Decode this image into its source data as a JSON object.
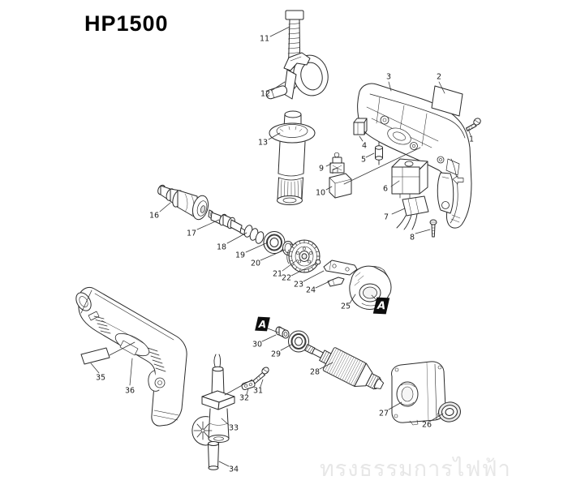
{
  "title": "HP1500",
  "watermark": "ทรงธรรมการไฟฟ้า",
  "diagram": {
    "type": "exploded-parts-diagram",
    "part_labels": [
      "1",
      "2",
      "3",
      "4",
      "5",
      "6",
      "7",
      "8",
      "9",
      "10",
      "11",
      "12",
      "13",
      "16",
      "17",
      "18",
      "19",
      "20",
      "21",
      "22",
      "23",
      "24",
      "25",
      "26",
      "27",
      "28",
      "29",
      "30",
      "31",
      "32",
      "33",
      "34",
      "35",
      "36"
    ],
    "section_markers": [
      {
        "label": "A"
      },
      {
        "label": "A"
      }
    ]
  },
  "colors": {
    "line": "#2a2a2a",
    "background": "#ffffff",
    "watermark": "#e7e7e7",
    "marker_background": "#0d0d0d",
    "marker_text": "#ffffff"
  }
}
